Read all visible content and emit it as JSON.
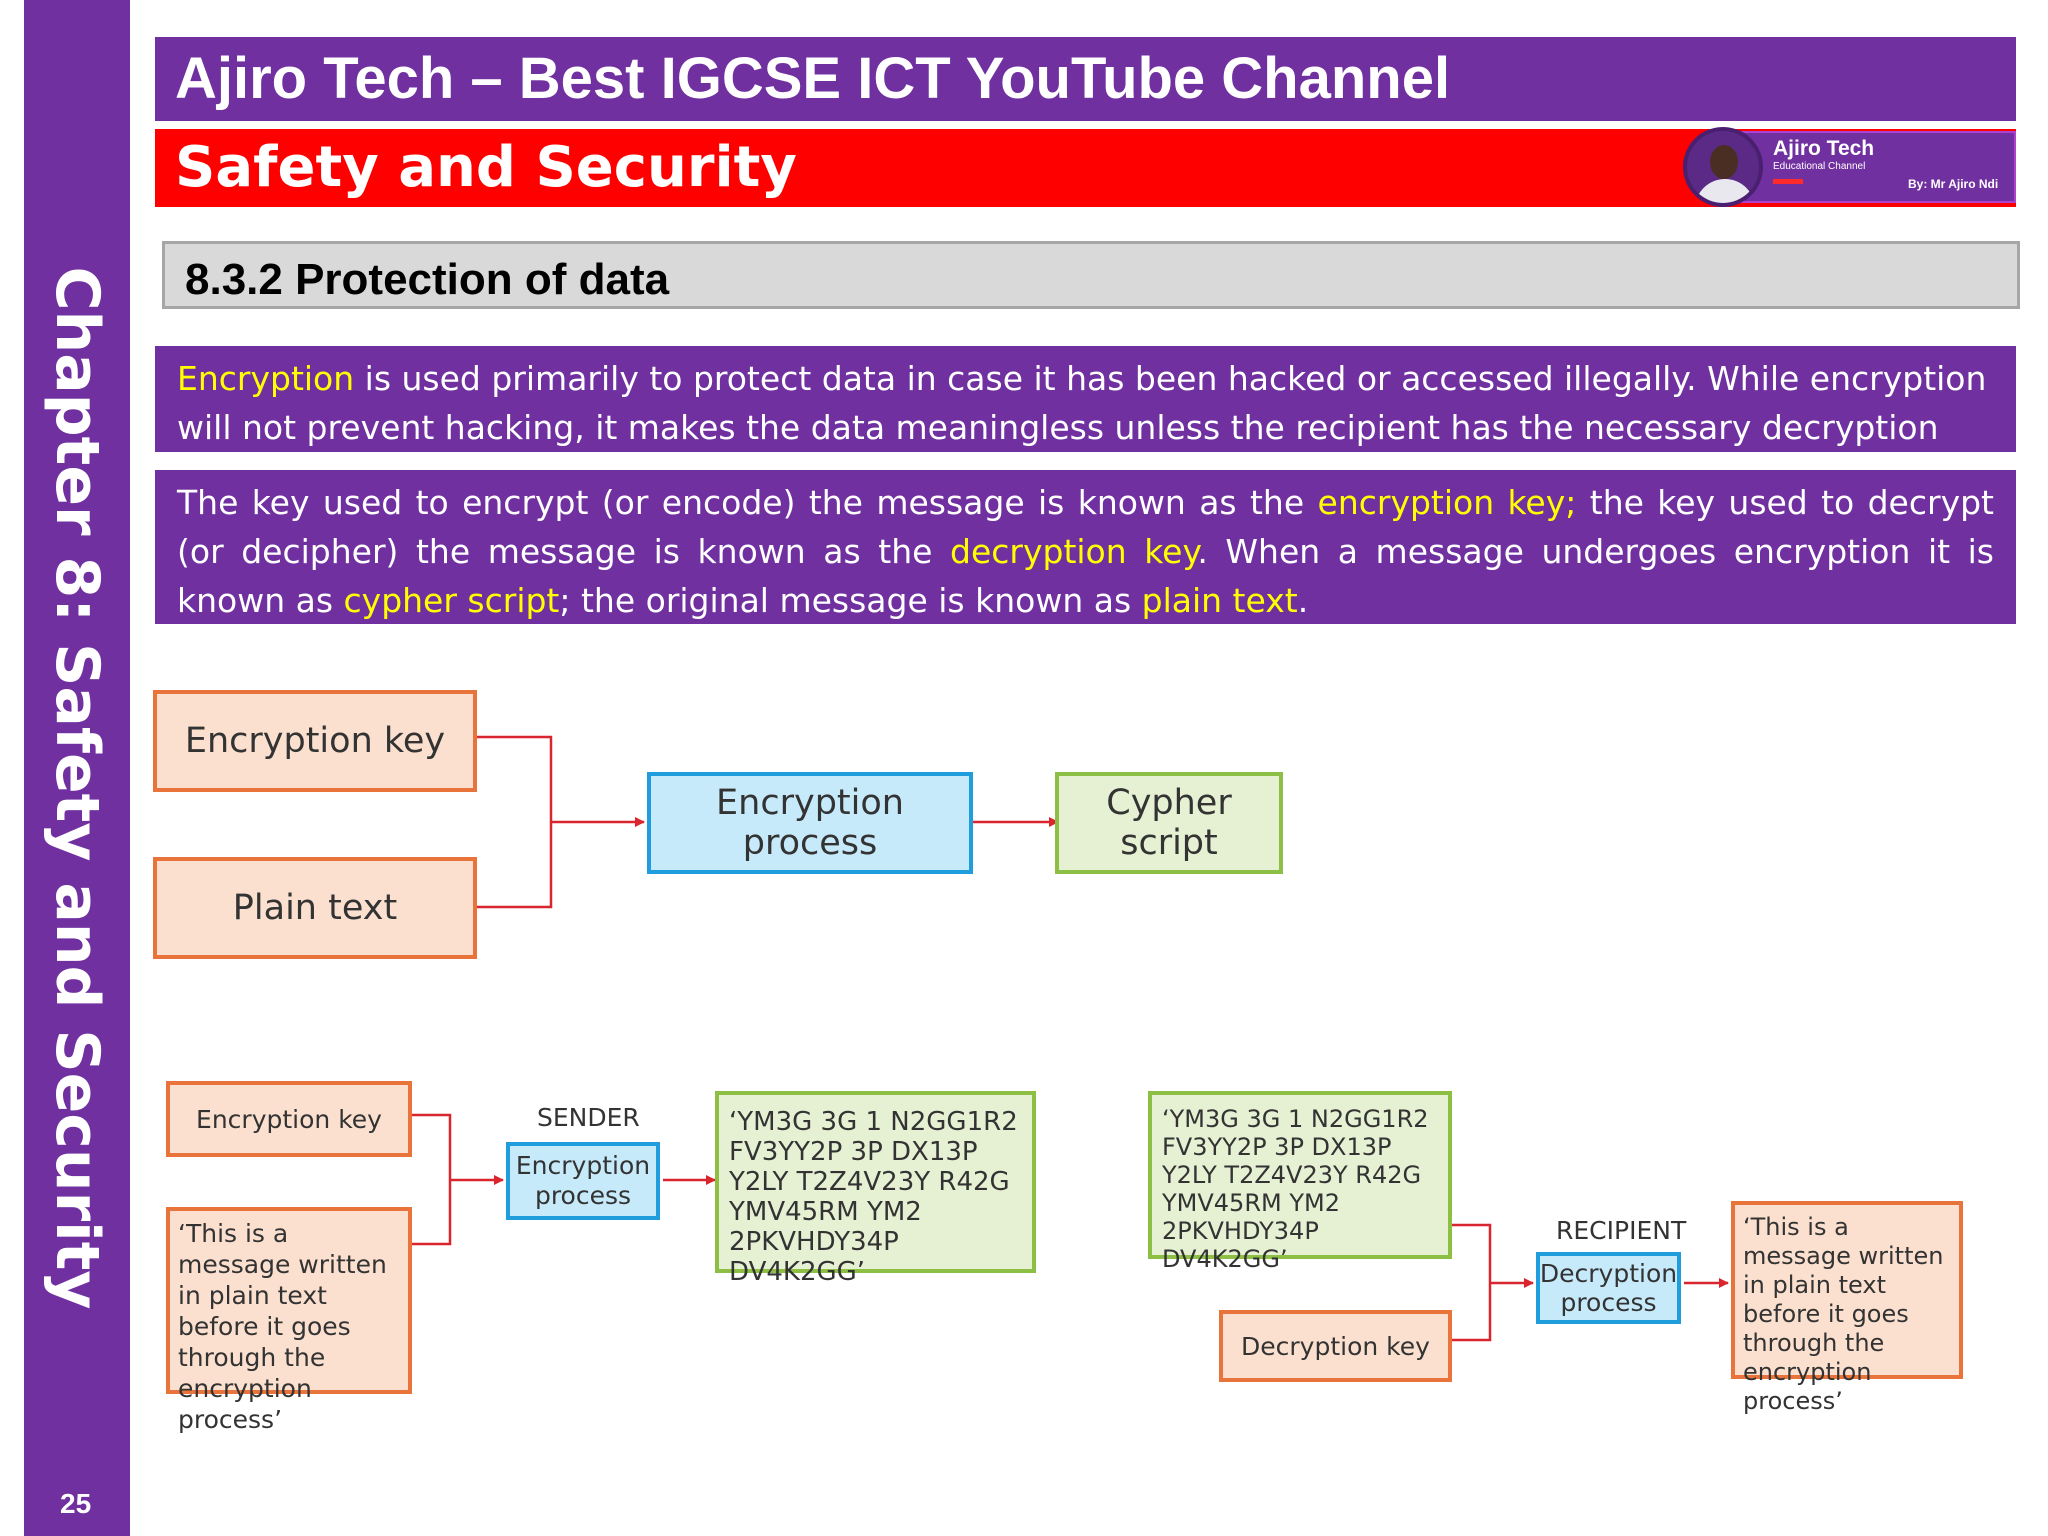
{
  "sidebar": {
    "chapter_title": "Chapter 8: Safety and Security",
    "page_number": "25"
  },
  "header": {
    "title": "Ajiro Tech – Best IGCSE ICT YouTube Channel",
    "topic": "Safety and Security"
  },
  "channel_badge": {
    "name": "Ajiro Tech",
    "subtitle": "Educational Channel",
    "author": "By: Mr Ajiro Ndi"
  },
  "section": {
    "title": "8.3.2 Protection of data"
  },
  "paragraph_1": {
    "term": "Encryption",
    "rest": " is used primarily to protect data in case it has been hacked or accessed illegally. While encryption will not prevent hacking, it makes the data meaningless unless the recipient has the necessary decryption tools"
  },
  "paragraph_2": {
    "p1": " The key used to encrypt (or encode) the message is known as the ",
    "t1": "encryption key;",
    "p2": " the key used to decrypt (or decipher) the message is known as the ",
    "t2": "decryption key",
    "p3": ". When a message undergoes encryption it is known as ",
    "t3": "cypher script",
    "p4": "; the original message is known as ",
    "t4": "plain text",
    "p5": "."
  },
  "diagram_top": {
    "encryption_key": "Encryption key",
    "plain_text": "Plain text",
    "encryption_process": "Encryption process",
    "cypher_script": "Cypher script"
  },
  "diagram_bottom": {
    "sender_label": "SENDER",
    "recipient_label": "RECIPIENT",
    "encryption_key": "Encryption key",
    "plain_message": "‘This is a message written in plain text before it goes through the encryption process’",
    "encryption_process": "Encryption process",
    "cipher_text": "‘YM3G 3G 1 N2GG1R2 FV3YY2P 3P DX13P Y2LY T2Z4V23Y R42G YMV45RM YM2 2PKVHDY34P DV4K2GG’",
    "cipher_text_received": "‘YM3G 3G 1 N2GG1R2 FV3YY2P 3P DX13P Y2LY T2Z4V23Y R42G YMV45RM YM2 2PKVHDY34P DV4K2GG’",
    "decryption_key": "Decryption key",
    "decryption_process": "Decryption process",
    "plain_message_out": "‘This is a message written in plain text before it goes through the encryption process’"
  },
  "colors": {
    "purple": "#7030a0",
    "red": "#ff0000",
    "highlight": "#ffff00",
    "arrow": "#d9262e",
    "orange_border": "#e8743b",
    "blue_border": "#1f9ddd",
    "green_border": "#8dbf45"
  }
}
